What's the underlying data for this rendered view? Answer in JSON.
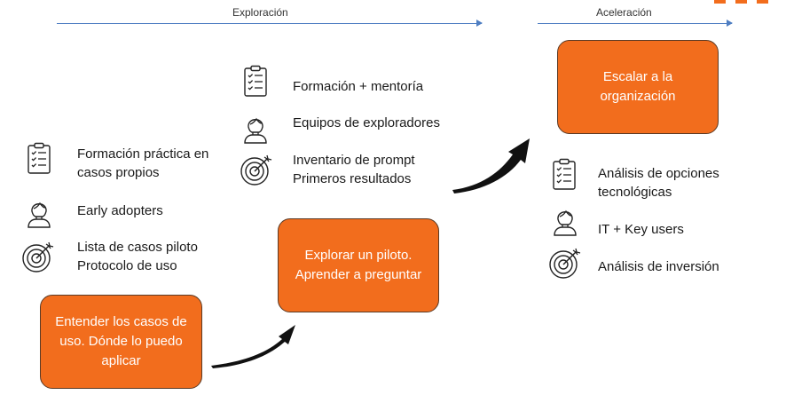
{
  "phases": [
    {
      "label": "Exploración"
    },
    {
      "label": "Aceleración"
    }
  ],
  "boxes": {
    "understand": "Entender los casos de uso. Dónde lo puedo aplicar",
    "pilot": "Explorar un piloto. Aprender a preguntar",
    "scale": "Escalar a la organización"
  },
  "stage1": {
    "items": [
      {
        "icon": "clipboard-checklist-icon",
        "lines": [
          "Formación práctica en",
          "casos propios"
        ]
      },
      {
        "icon": "person-icon",
        "lines": [
          "Early adopters"
        ]
      },
      {
        "icon": "target-icon",
        "lines": [
          "Lista de casos piloto",
          "Protocolo de uso"
        ]
      }
    ]
  },
  "stage2": {
    "items": [
      {
        "icon": "clipboard-checklist-icon",
        "lines": [
          "Formación + mentoría"
        ]
      },
      {
        "icon": "person-icon",
        "lines": [
          "Equipos de exploradores"
        ]
      },
      {
        "icon": "target-icon",
        "lines": [
          "Inventario de prompt",
          "Primeros resultados"
        ]
      }
    ]
  },
  "stage3": {
    "items": [
      {
        "icon": "clipboard-checklist-icon",
        "lines": [
          "Análisis de opciones",
          "tecnológicas"
        ]
      },
      {
        "icon": "person-icon",
        "lines": [
          "IT + Key users"
        ]
      },
      {
        "icon": "target-icon",
        "lines": [
          "Análisis de inversión"
        ]
      }
    ]
  },
  "colors": {
    "accent": "#f26d1d",
    "line": "#4f7ec2",
    "text": "#1a1a1a"
  }
}
